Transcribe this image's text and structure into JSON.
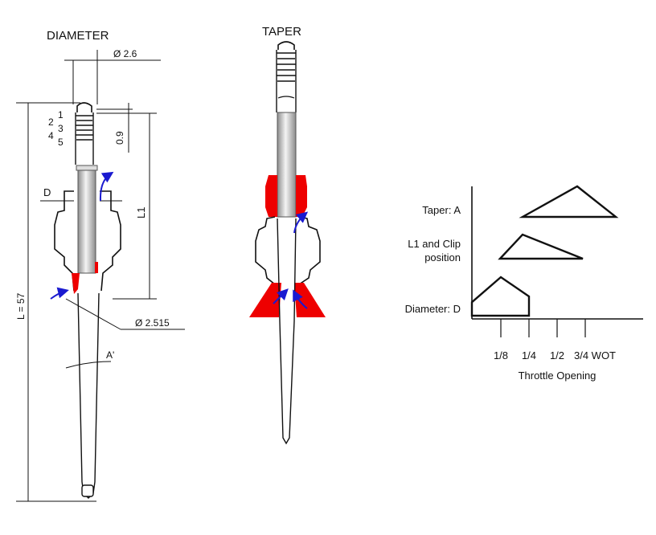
{
  "diagram": {
    "diameter_title": "DIAMETER",
    "taper_title": "TAPER",
    "dim_top_dia": "Ø 2.6",
    "dim_bottom_dia": "Ø 2.515",
    "clip_numbers": [
      "1",
      "2",
      "3",
      "4",
      "5"
    ],
    "dim_clip": "0.9",
    "dim_L1": "L1",
    "dim_L": "L = 57",
    "label_D": "D",
    "label_A": "A'"
  },
  "chart_data": {
    "type": "line",
    "xlabel": "Throttle Opening",
    "ylabel": "",
    "categories": [
      "1/8",
      "1/4",
      "1/2",
      "3/4 WOT"
    ],
    "series": [
      {
        "name": "Taper: A",
        "points": [
          [
            0.25,
            0
          ],
          [
            0.75,
            1
          ],
          [
            0.97,
            0
          ],
          [
            0.25,
            0
          ]
        ]
      },
      {
        "name": "L1 and Clip position",
        "name_lines": [
          "L1 and Clip",
          "position"
        ],
        "points": [
          [
            0.1,
            0
          ],
          [
            0.2,
            1
          ],
          [
            0.5,
            0
          ],
          [
            0.1,
            0
          ]
        ]
      },
      {
        "name": "Diameter: D",
        "points": [
          [
            0.0,
            0.35
          ],
          [
            0.1,
            1
          ],
          [
            0.2,
            0.5
          ],
          [
            0.2,
            0
          ],
          [
            0.0,
            0
          ],
          [
            0.0,
            0.35
          ]
        ]
      }
    ]
  },
  "colors": {
    "ink": "#111111",
    "seal_red": "#ee0000",
    "arrow_blue": "#1a1ad0",
    "needle_highlight": "#f4f4f4",
    "needle_shadow": "#9a9a9a"
  }
}
